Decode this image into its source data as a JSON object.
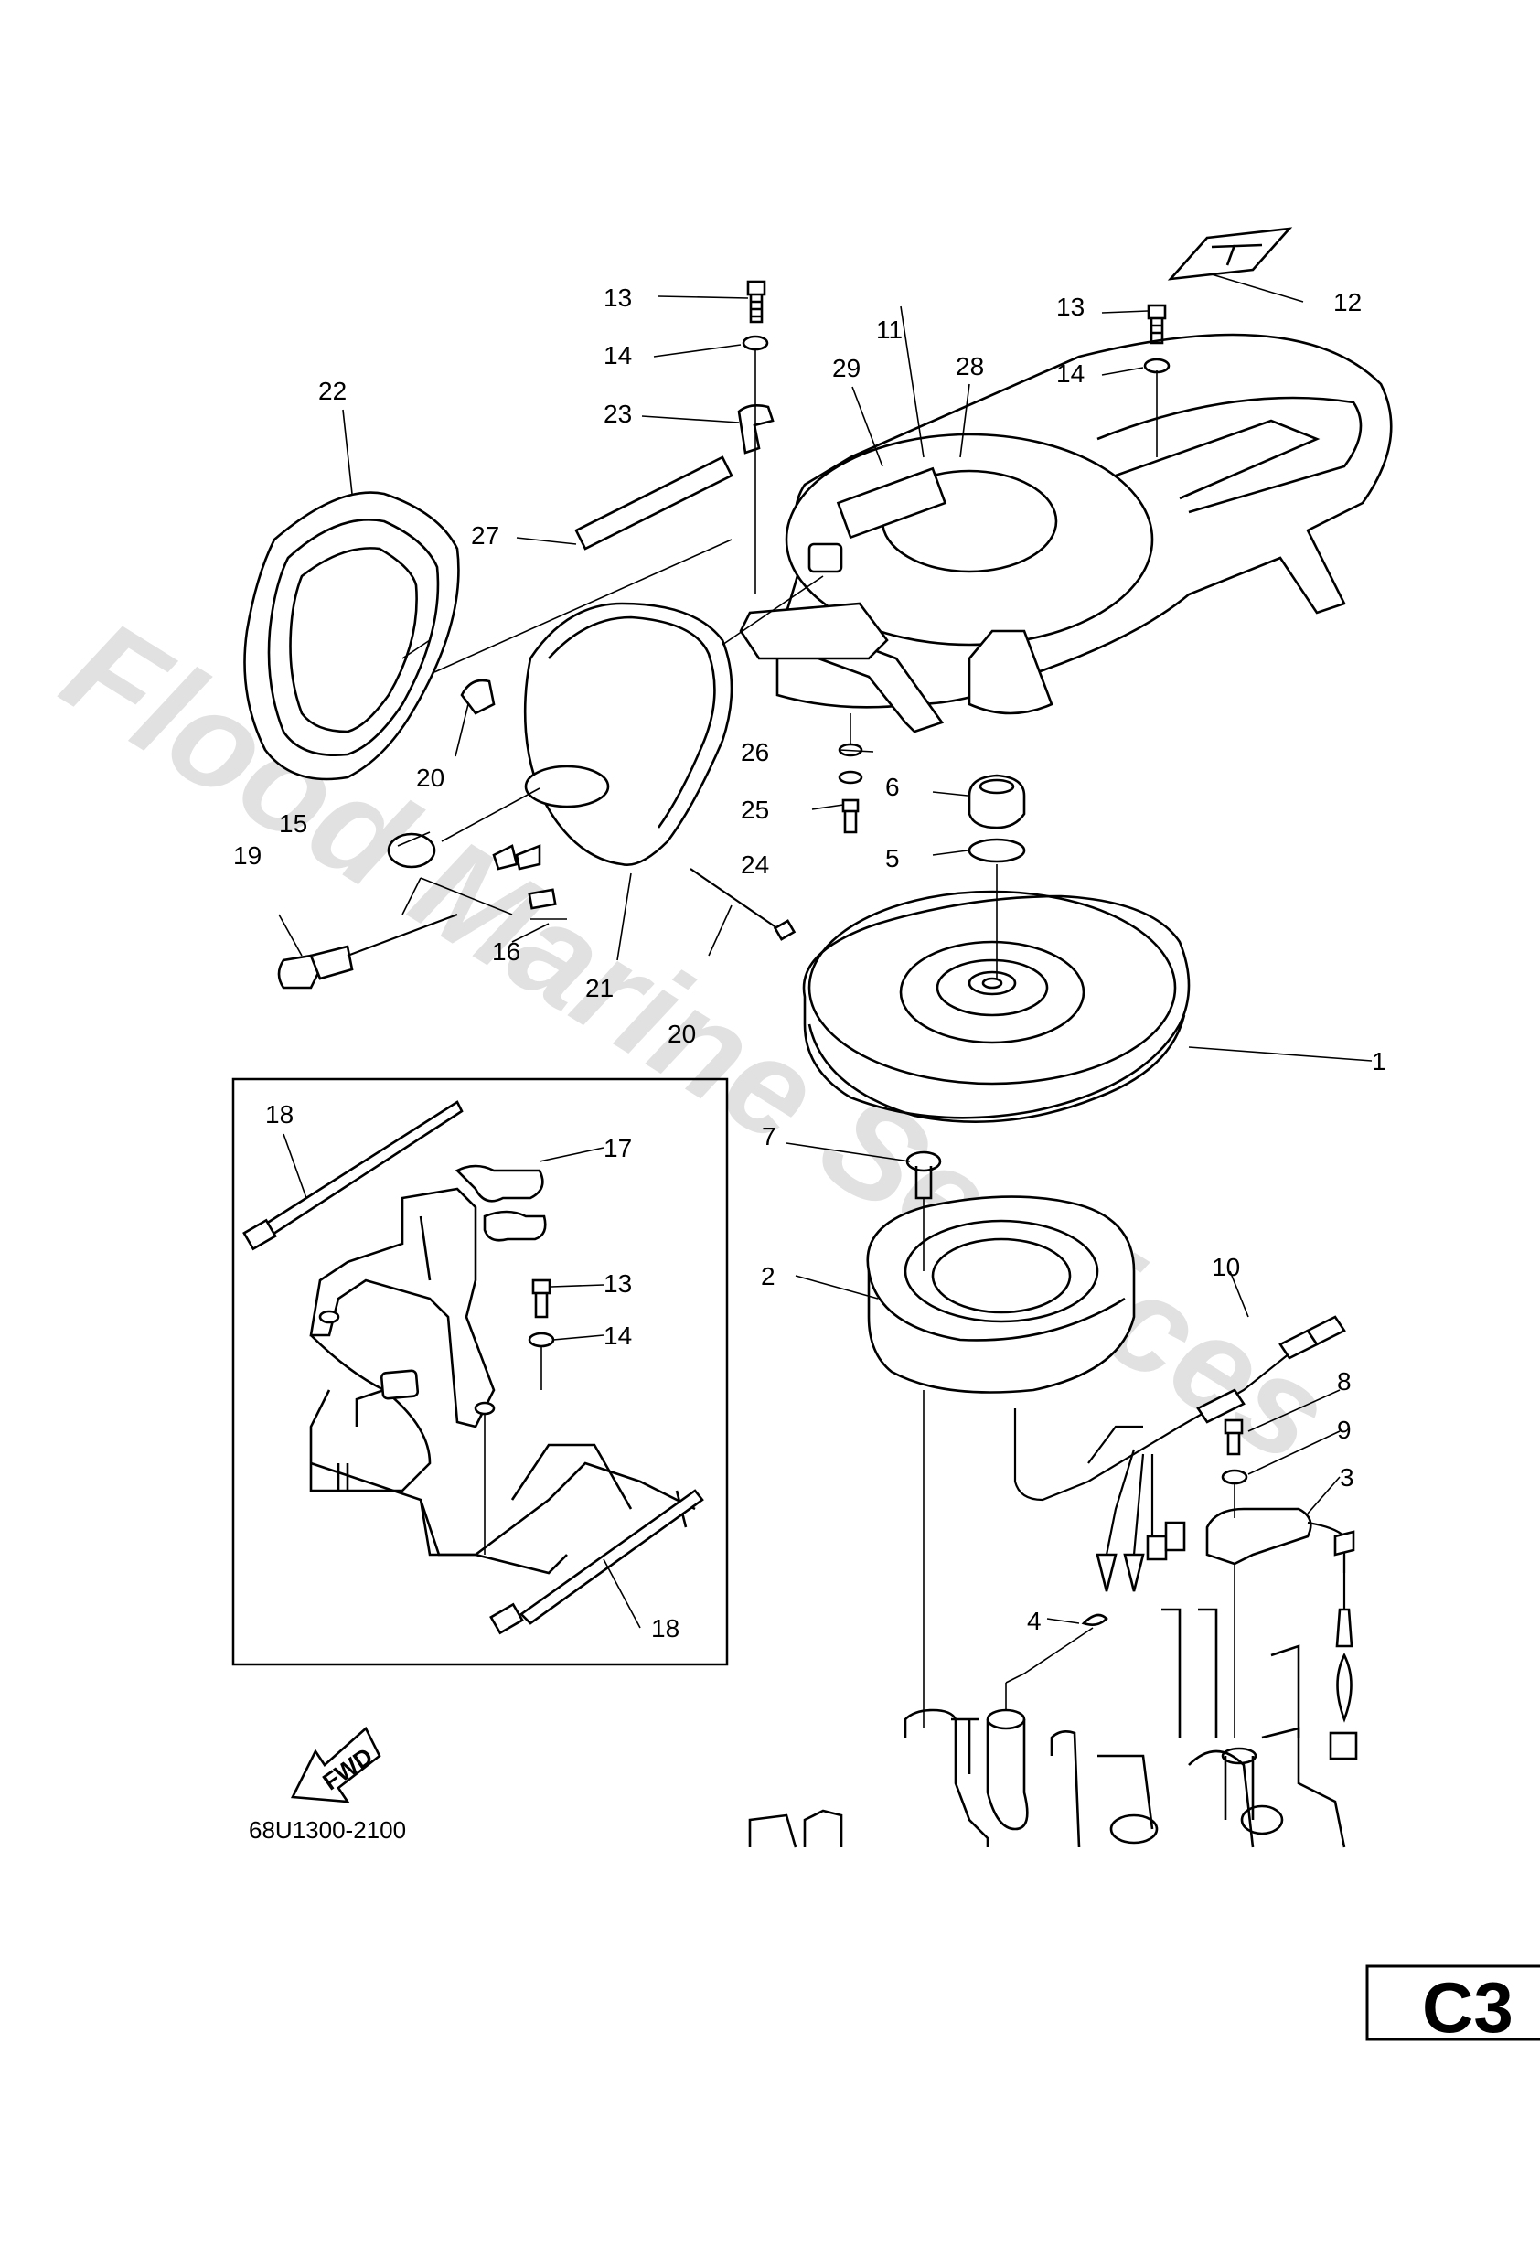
{
  "watermark": "Flood Marine Services",
  "drawing_code": "68U1300-2100",
  "page_code": "C3",
  "fwd_label": "FWD",
  "callouts": [
    {
      "id": "c1",
      "num": "1"
    },
    {
      "id": "c2",
      "num": "2"
    },
    {
      "id": "c3",
      "num": "3"
    },
    {
      "id": "c4",
      "num": "4"
    },
    {
      "id": "c5",
      "num": "5"
    },
    {
      "id": "c6",
      "num": "6"
    },
    {
      "id": "c7",
      "num": "7"
    },
    {
      "id": "c8",
      "num": "8"
    },
    {
      "id": "c9",
      "num": "9"
    },
    {
      "id": "c10",
      "num": "10"
    },
    {
      "id": "c11",
      "num": "11"
    },
    {
      "id": "c12",
      "num": "12"
    },
    {
      "id": "c13a",
      "num": "13"
    },
    {
      "id": "c13b",
      "num": "13"
    },
    {
      "id": "c13c",
      "num": "13"
    },
    {
      "id": "c14a",
      "num": "14"
    },
    {
      "id": "c14b",
      "num": "14"
    },
    {
      "id": "c14c",
      "num": "14"
    },
    {
      "id": "c15",
      "num": "15"
    },
    {
      "id": "c16",
      "num": "16"
    },
    {
      "id": "c17",
      "num": "17"
    },
    {
      "id": "c18a",
      "num": "18"
    },
    {
      "id": "c18b",
      "num": "18"
    },
    {
      "id": "c19",
      "num": "19"
    },
    {
      "id": "c20a",
      "num": "20"
    },
    {
      "id": "c20b",
      "num": "20"
    },
    {
      "id": "c21",
      "num": "21"
    },
    {
      "id": "c22",
      "num": "22"
    },
    {
      "id": "c23",
      "num": "23"
    },
    {
      "id": "c24",
      "num": "24"
    },
    {
      "id": "c25",
      "num": "25"
    },
    {
      "id": "c26",
      "num": "26"
    },
    {
      "id": "c27",
      "num": "27"
    },
    {
      "id": "c28",
      "num": "28"
    },
    {
      "id": "c29",
      "num": "29"
    }
  ]
}
